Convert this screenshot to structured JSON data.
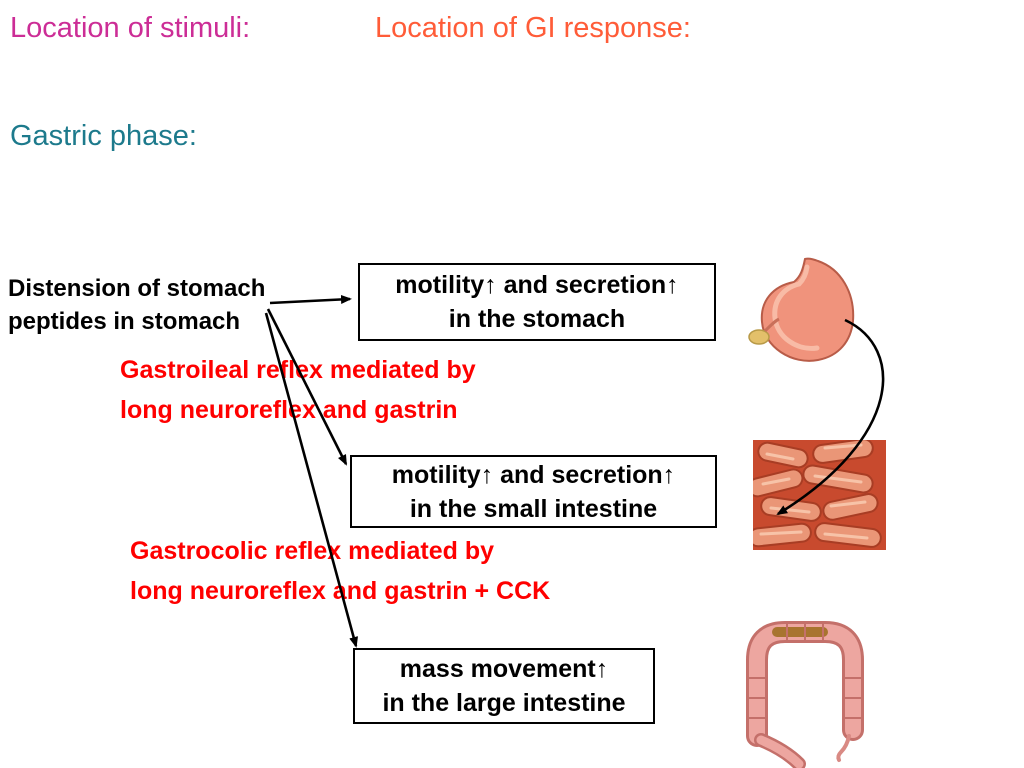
{
  "header": {
    "stimuli_label": "Location of stimuli:",
    "response_label": "Location of GI response:",
    "phase_label": "Gastric phase:"
  },
  "stimuli": {
    "line1": "Distension of stomach",
    "line2": "peptides in stomach"
  },
  "boxes": [
    {
      "line1": "motility↑ and secretion↑",
      "line2": "in the stomach"
    },
    {
      "line1": "motility↑ and secretion↑",
      "line2": "in the small intestine"
    },
    {
      "line1": "mass movement↑",
      "line2": "in the large intestine"
    }
  ],
  "reflex_notes": [
    {
      "line1": "Gastroileal reflex mediated by",
      "line2": "long neuroreflex and gastrin"
    },
    {
      "line1": "Gastrocolic reflex mediated by",
      "line2": "long neuroreflex and gastrin + CCK"
    }
  ],
  "illustrations": [
    {
      "name": "stomach"
    },
    {
      "name": "small intestine"
    },
    {
      "name": "large intestine"
    }
  ],
  "colors": {
    "stimuli_header": "#cc2d96",
    "response_header": "#ff5c38",
    "phase_header": "#1d7a8c",
    "reflex_text": "#ff0000",
    "body_text": "#000000",
    "arrow": "#000000"
  }
}
